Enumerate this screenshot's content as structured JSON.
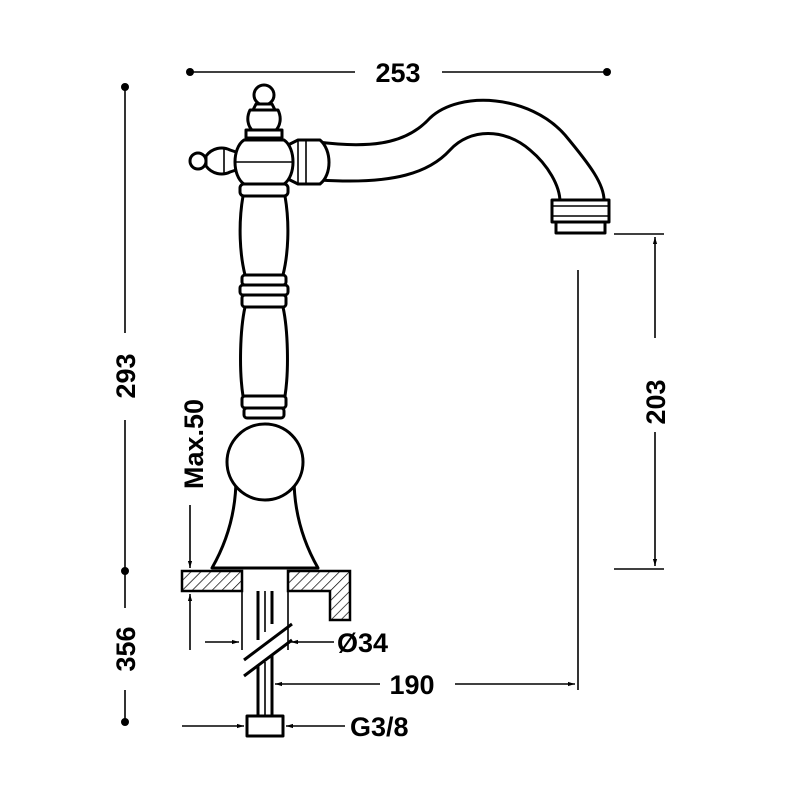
{
  "dimensions": {
    "overall_width": "253",
    "total_height": "293",
    "spout_height": "203",
    "below_counter": "356",
    "max_deck": "Max.50",
    "hole_diameter": "Ø34",
    "spout_reach": "190",
    "connection": "G3/8"
  }
}
